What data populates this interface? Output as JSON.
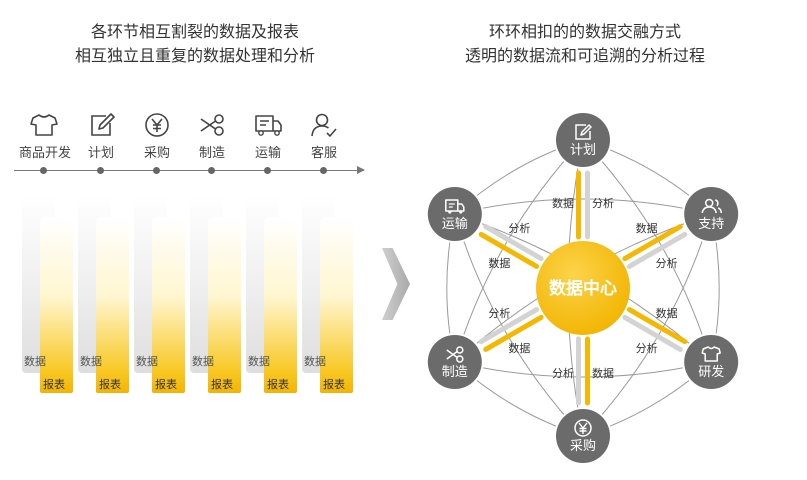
{
  "left_heading": [
    "各环节相互割裂的数据及报表",
    "相互独立且重复的数据处理和分析"
  ],
  "right_heading": [
    "环环相扣的的数据交融方式",
    "透明的数据流和可追溯的分析过程"
  ],
  "left_steps": [
    {
      "label": "商品开发",
      "icon": "tshirt-icon"
    },
    {
      "label": "计划",
      "icon": "edit-icon"
    },
    {
      "label": "采购",
      "icon": "yen-icon"
    },
    {
      "label": "制造",
      "icon": "scissors-icon"
    },
    {
      "label": "运输",
      "icon": "truck-icon"
    },
    {
      "label": "客服",
      "icon": "user-icon"
    }
  ],
  "column_labels": {
    "data": "数据",
    "report": "报表"
  },
  "center_label": "数据中心",
  "nodes": [
    {
      "label": "计划",
      "icon": "edit-icon"
    },
    {
      "label": "支持",
      "icon": "users-icon"
    },
    {
      "label": "研发",
      "icon": "tshirt-icon"
    },
    {
      "label": "采购",
      "icon": "yen-icon"
    },
    {
      "label": "制造",
      "icon": "scissors-icon"
    },
    {
      "label": "运输",
      "icon": "truck-icon"
    }
  ],
  "spoke_labels": {
    "data": "数据",
    "analysis": "分析"
  },
  "colors": {
    "accent": "#f5b800",
    "node": "#6b6b6b",
    "text": "#333333"
  }
}
